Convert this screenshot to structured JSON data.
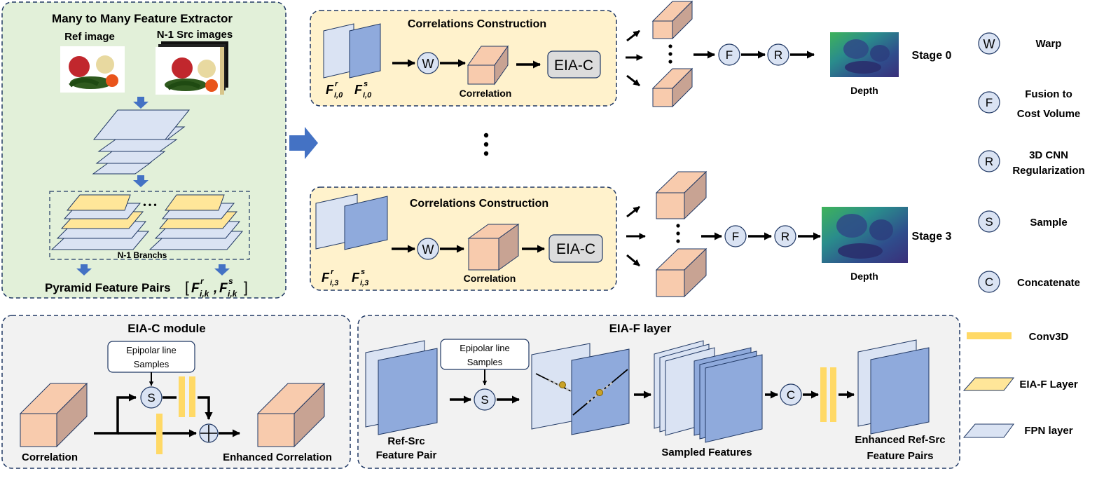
{
  "extractor": {
    "title": "Many to Many Feature Extractor",
    "ref_label": "Ref image",
    "src_label": "N-1 Src images",
    "branches_label": "N-1 Branchs",
    "pairs_label": "Pyramid Feature Pairs",
    "pairs_formula_open": "[",
    "pairs_formula_close": "]",
    "F": "F",
    "pairs_sub": "i,k",
    "r": "r",
    "s": "s",
    "comma": ",",
    "ellipsis": "• • •"
  },
  "stage0": {
    "title": "Correlations Construction",
    "fr_sub": "i,0",
    "fs_sub": "i,0",
    "correlation_label": "Correlation",
    "eia_label": "EIA-C",
    "depth_label": "Depth",
    "stage_label": "Stage 0"
  },
  "stage3": {
    "title": "Correlations Construction",
    "fr_sub": "i,3",
    "fs_sub": "i,3",
    "correlation_label": "Correlation",
    "eia_label": "EIA-C",
    "depth_label": "Depth",
    "stage_label": "Stage 3"
  },
  "ops": {
    "W": "W",
    "F": "F",
    "R": "R",
    "S": "S",
    "C": "C"
  },
  "legend": {
    "warp": "Warp",
    "fusion_1": "Fusion to",
    "fusion_2": "Cost Volume",
    "reg_1": "3D CNN",
    "reg_2": "Regularization",
    "sample": "Sample",
    "concat": "Concatenate",
    "conv3d": "Conv3D",
    "eiaf": "EIA-F Layer",
    "fpn": "FPN layer"
  },
  "eiac_module": {
    "title": "EIA-C module",
    "epi_1": "Epipolar line",
    "epi_2": "Samples",
    "input_label": "Correlation",
    "output_label": "Enhanced Correlation"
  },
  "eiaf_layer": {
    "title": "EIA-F  layer",
    "epi_1": "Epipolar line",
    "epi_2": "Samples",
    "pair_1": "Ref-Src",
    "pair_2": "Feature Pair",
    "sampled_label": "Sampled Features",
    "out_1": "Enhanced Ref-Src",
    "out_2": "Feature Pairs"
  },
  "colors": {
    "green_panel": "#e2f0d9",
    "yellow_panel": "#fff2cc",
    "gray_panel": "#f2f2f2",
    "fpn_light": "#dae3f3",
    "blue_layer": "#8faadc",
    "cube_face": "#f8cbad",
    "cube_side": "#c8a393",
    "conv_yellow": "#ffd966",
    "arrow_blue": "#4472c4",
    "op_fill": "#dae3f3"
  }
}
